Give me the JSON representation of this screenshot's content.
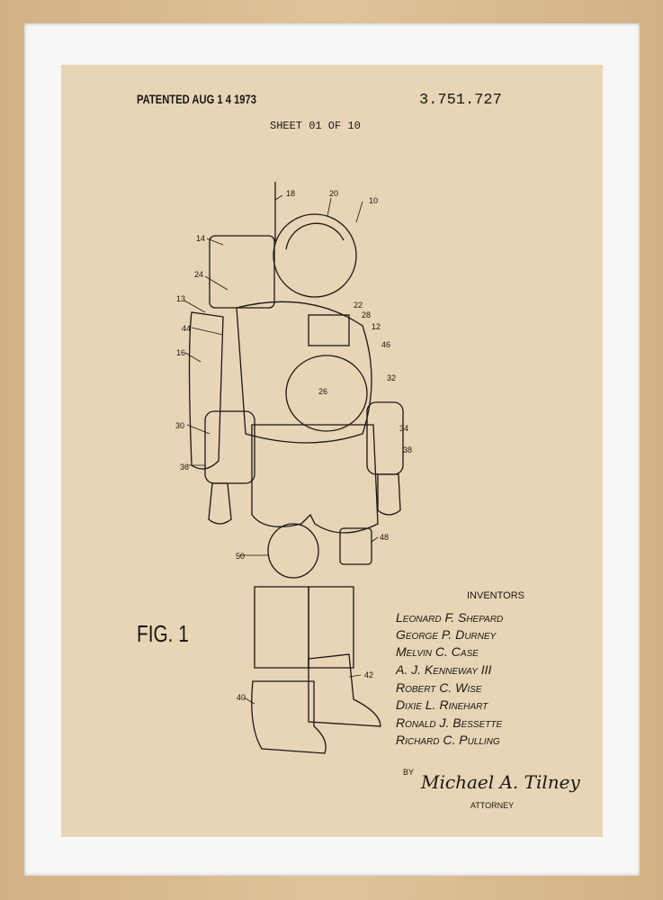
{
  "header": {
    "patented": "PATENTED AUG 1 4 1973",
    "patent_number": "3.751.727",
    "sheet": "SHEET  01 OF 10"
  },
  "figure_label": "FIG. 1",
  "reference_numerals": [
    "18",
    "20",
    "10",
    "14",
    "24",
    "13",
    "22",
    "28",
    "12",
    "44",
    "46",
    "16",
    "32",
    "26",
    "30",
    "34",
    "38",
    "36",
    "50",
    "48",
    "42",
    "40"
  ],
  "inventors": {
    "heading": "INVENTORS",
    "names": [
      "Leonard F. Shepard",
      "George P. Durney",
      "Melvin C. Case",
      "A. J. Kenneway III",
      "Robert C. Wise",
      "Dixie L. Rinehart",
      "Ronald J. Bessette",
      "Richard C. Pulling"
    ]
  },
  "attorney": {
    "by": "BY",
    "signature": "Michael A. Tilney",
    "label": "ATTORNEY"
  },
  "colors": {
    "paper": "#e7d5b6",
    "frame": "#d8b88c",
    "mat": "#f7f7f5",
    "ink": "#1b1714"
  }
}
